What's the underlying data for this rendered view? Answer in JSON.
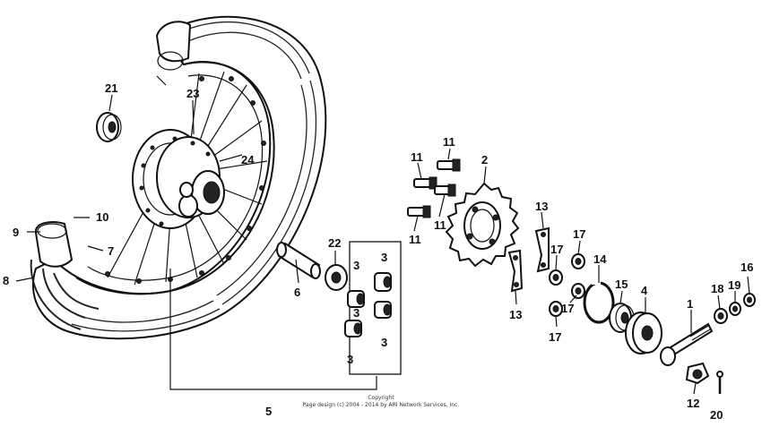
{
  "callouts": {
    "p1": "1",
    "p2": "2",
    "p3a": "3",
    "p3b": "3",
    "p3c": "3",
    "p3d": "3",
    "p3e": "3",
    "p4": "4",
    "p5": "5",
    "p6": "6",
    "p7": "7",
    "p8": "8",
    "p9": "9",
    "p10": "10",
    "p11a": "11",
    "p11b": "11",
    "p11c": "11",
    "p11d": "11",
    "p12": "12",
    "p13a": "13",
    "p13b": "13",
    "p14": "14",
    "p15": "15",
    "p16": "16",
    "p17a": "17",
    "p17b": "17",
    "p17c": "17",
    "p17d": "17",
    "p18": "18",
    "p19": "19",
    "p20": "20",
    "p21": "21",
    "p22": "22",
    "p23": "23",
    "p24": "24"
  },
  "copyright": {
    "line1": "Copyright",
    "line2": "Page design (c) 2004 - 2014 by ARI Network Services, Inc."
  }
}
